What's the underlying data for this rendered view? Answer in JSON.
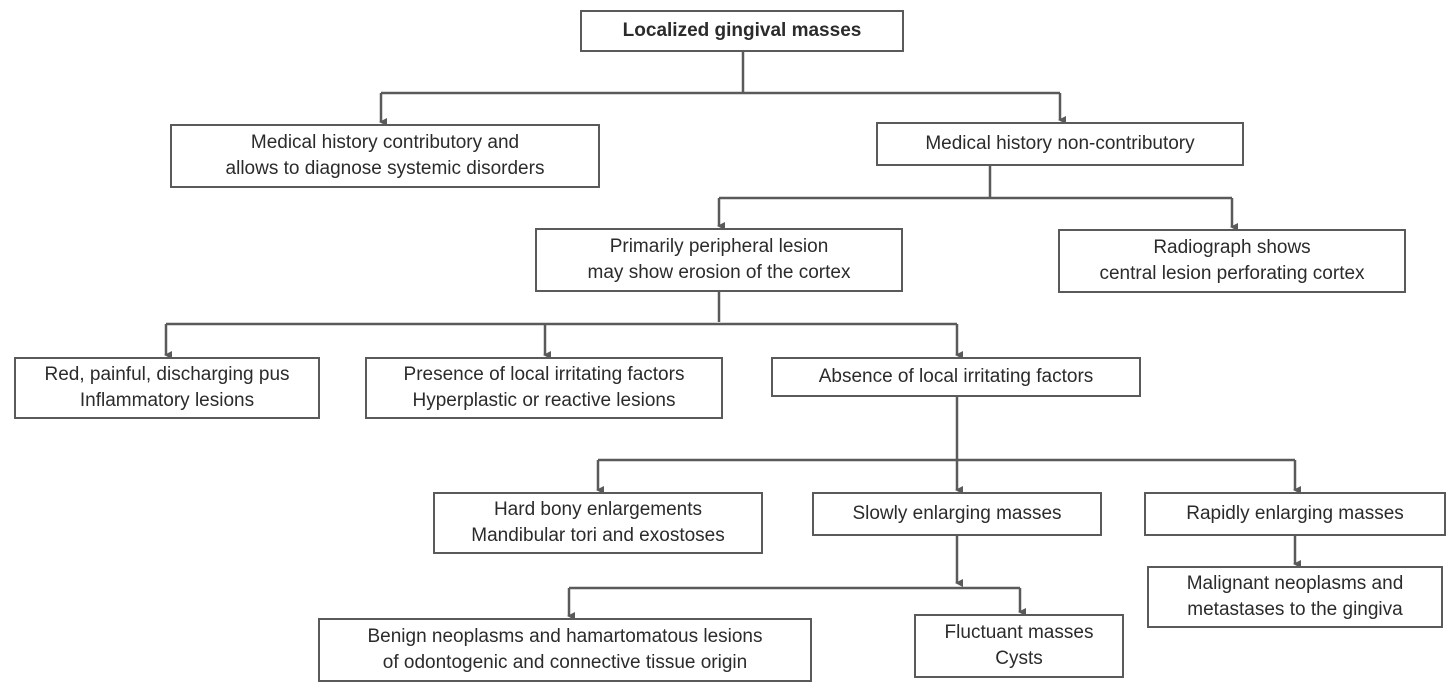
{
  "colors": {
    "line": "#5a5a5a",
    "text": "#2b2b2b",
    "background": "#ffffff"
  },
  "nodes": {
    "root": {
      "lines": [
        "Localized gingival masses"
      ]
    },
    "medical_contributory": {
      "lines": [
        "Medical history contributory and",
        "allows to diagnose systemic disorders"
      ]
    },
    "medical_noncontributory": {
      "lines": [
        "Medical history non-contributory"
      ]
    },
    "peripheral_lesion": {
      "lines": [
        "Primarily peripheral lesion",
        "may show erosion of the cortex"
      ]
    },
    "radiograph_central": {
      "lines": [
        "Radiograph shows",
        "central lesion perforating cortex"
      ]
    },
    "inflammatory": {
      "lines": [
        "Red, painful, discharging pus",
        "Inflammatory lesions"
      ]
    },
    "local_irritants_present": {
      "lines": [
        "Presence of local irritating factors",
        "Hyperplastic or reactive lesions"
      ]
    },
    "local_irritants_absent": {
      "lines": [
        "Absence of local irritating factors"
      ]
    },
    "hard_bony": {
      "lines": [
        "Hard bony enlargements",
        "Mandibular tori and exostoses"
      ]
    },
    "slowly_enlarging": {
      "lines": [
        "Slowly enlarging masses"
      ]
    },
    "rapidly_enlarging": {
      "lines": [
        "Rapidly enlarging masses"
      ]
    },
    "malignant": {
      "lines": [
        "Malignant neoplasms and",
        "metastases to the gingiva"
      ]
    },
    "benign": {
      "lines": [
        "Benign neoplasms and hamartomatous lesions",
        "of odontogenic and connective tissue origin"
      ]
    },
    "fluctuant": {
      "lines": [
        "Fluctuant masses",
        "Cysts"
      ]
    }
  }
}
